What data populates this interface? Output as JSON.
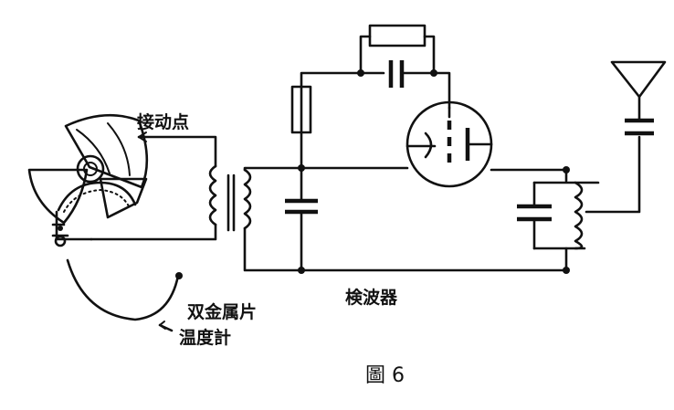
{
  "diagram": {
    "labels": {
      "contact": "接动点",
      "bimetal": "双金属片",
      "thermometer": "温度計",
      "detector": "検波器"
    },
    "caption": "圖 6"
  }
}
